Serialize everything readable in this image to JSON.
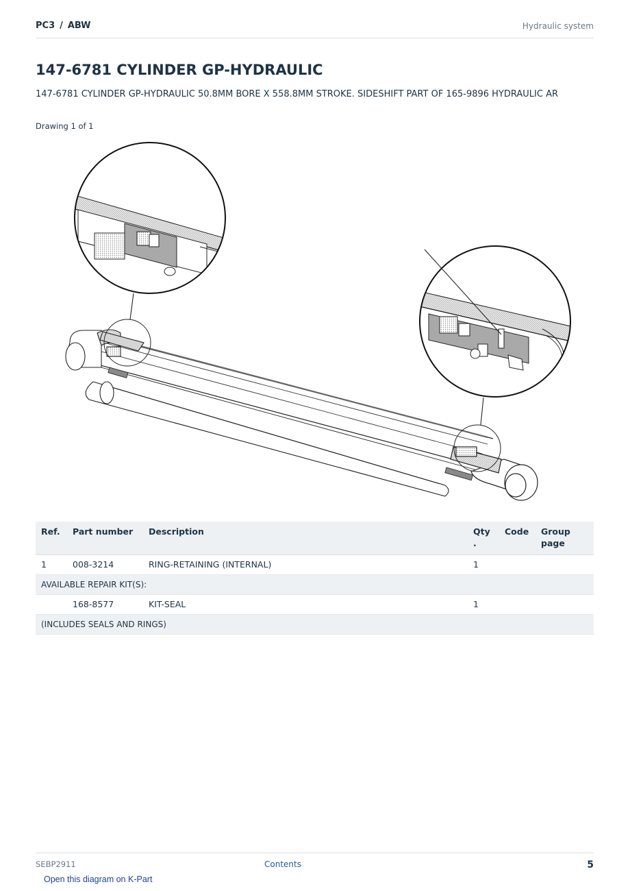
{
  "header": {
    "crumb_model": "PC3",
    "crumb_separator": "/",
    "crumb_code": "ABW",
    "section": "Hydraulic system"
  },
  "title": "147-6781 CYLINDER GP-HYDRAULIC",
  "description": "147-6781 CYLINDER GP-HYDRAULIC 50.8MM BORE X 558.8MM STROKE. SIDESHIFT PART OF 165-9896 HYDRAULIC AR",
  "drawing_count": "Drawing 1 of 1",
  "table": {
    "headers": {
      "ref": "Ref.",
      "part_number": "Part number",
      "description": "Description",
      "qty": "Qty .",
      "code": "Code",
      "group_page": "Group page"
    },
    "rows": [
      {
        "ref": "1",
        "part_number": "008-3214",
        "description": "RING-RETAINING (INTERNAL)",
        "qty": "1",
        "code": "",
        "group_page": ""
      }
    ],
    "kit_note": "AVAILABLE REPAIR KIT(S):",
    "kit_rows": [
      {
        "ref": "",
        "part_number": "168-8577",
        "description": "KIT-SEAL",
        "qty": "1",
        "code": "",
        "group_page": ""
      }
    ],
    "kit_includes": "(INCLUDES SEALS AND RINGS)"
  },
  "footer": {
    "doc_id": "SEBP2911",
    "contents_link": "Contents",
    "page_number": "5",
    "kpart_link": "Open this diagram on K-Part"
  }
}
